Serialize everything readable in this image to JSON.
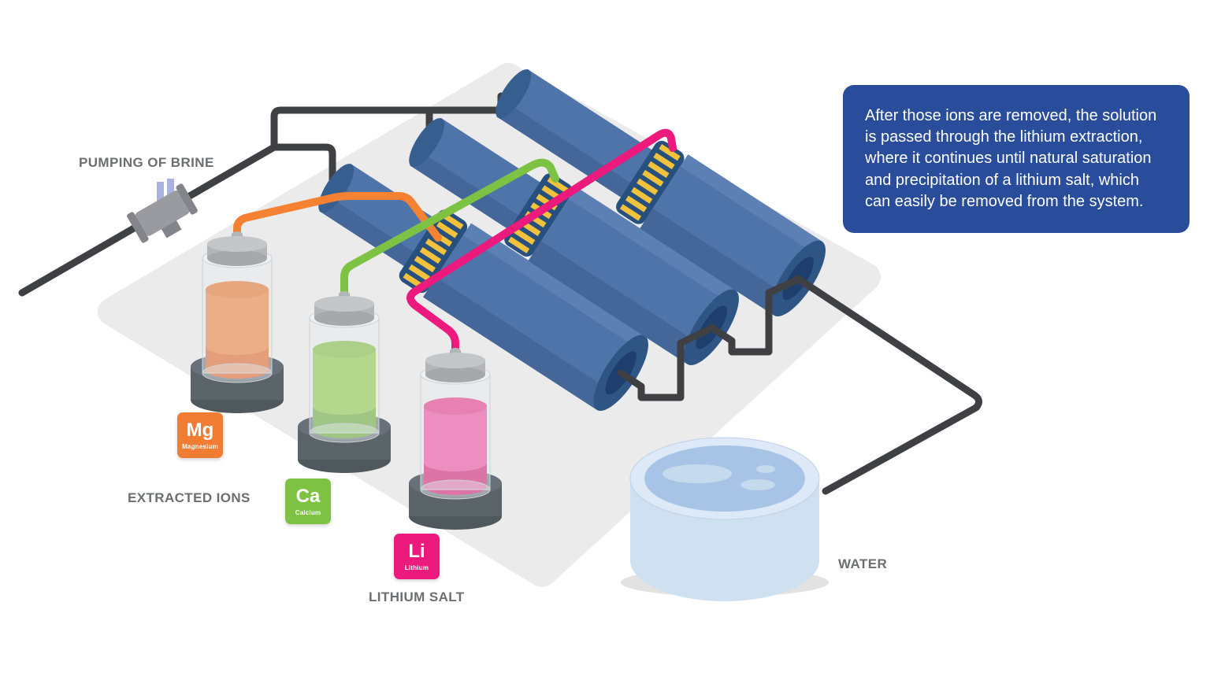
{
  "labels": {
    "pumping_of_brine": "PUMPING OF BRINE",
    "extracted_ions": "EXTRACTED IONS",
    "lithium_salt": "LITHIUM SALT",
    "water": "WATER"
  },
  "callout": {
    "text": "After those ions are removed, the solution is passed through the lithium extraction, where it continues until natural saturation and precipitation of a lithium salt, which can easily be removed from the system.",
    "bg_color": "#2a4d9b"
  },
  "ions": [
    {
      "symbol": "Mg",
      "name": "Magnesium",
      "color": "#f07d33"
    },
    {
      "symbol": "Ca",
      "name": "Calcium",
      "color": "#7dc242"
    },
    {
      "symbol": "Li",
      "name": "Lithium",
      "color": "#ec1a7d"
    }
  ],
  "palette": {
    "pipe_dark": "#3f4043",
    "cylinder_body": "#4f74aa",
    "cylinder_cap": "#2f5585",
    "band_yellow": "#f2c23c",
    "platform": "#ebebeb",
    "water": "#a7c4e6",
    "label_text": "#6d6e71"
  }
}
